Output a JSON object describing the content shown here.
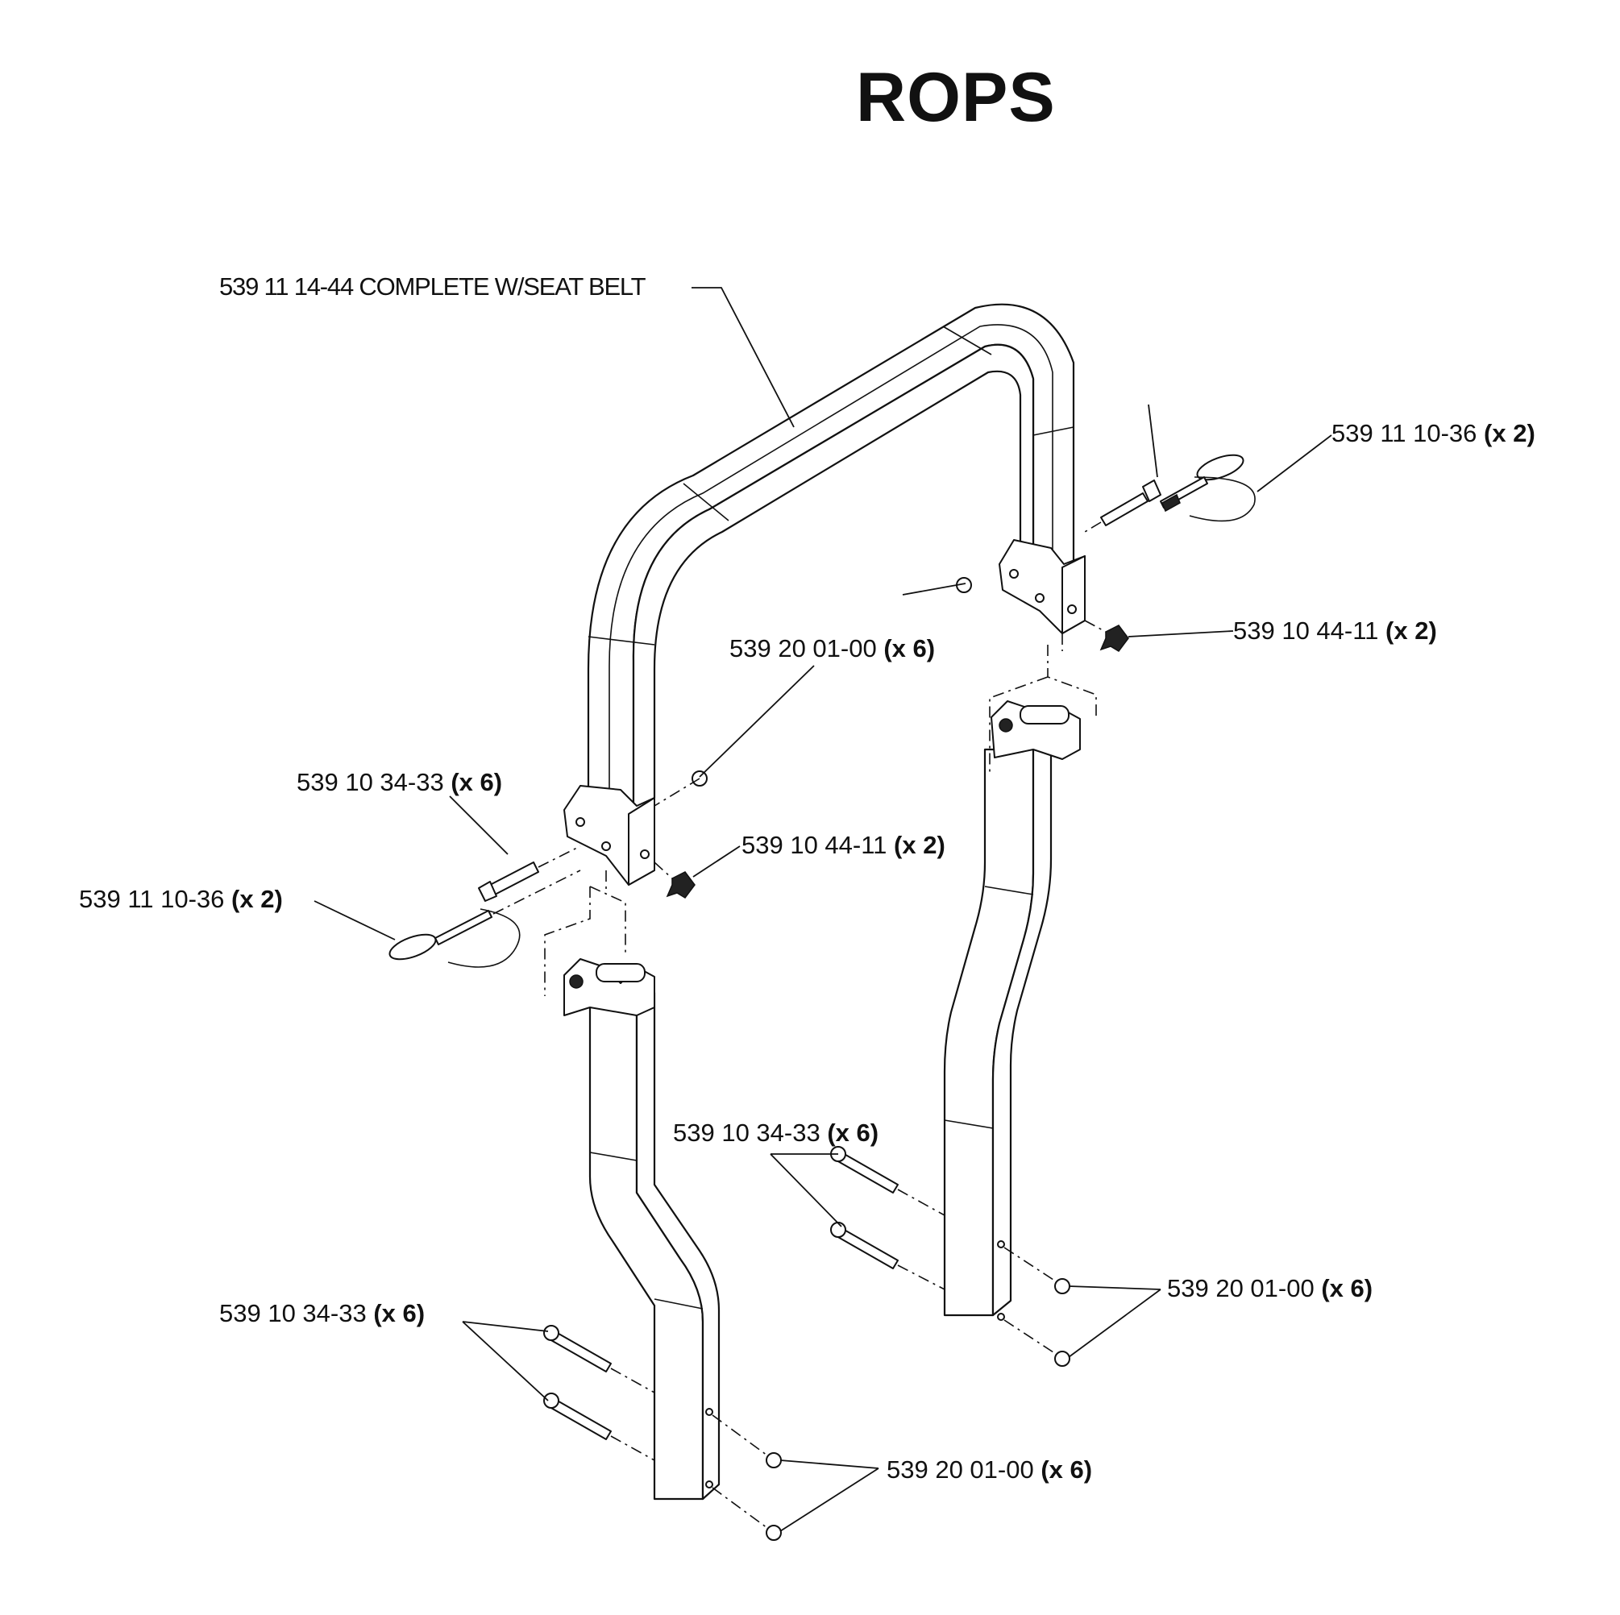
{
  "title": "ROPS",
  "callouts": {
    "rops_complete": {
      "part": "539 11 14-44 COMPLETE W/SEAT BELT",
      "qty": ""
    },
    "pin_right_top": {
      "part": "539 11 10-36",
      "qty": "(x 2)"
    },
    "knob_right_top": {
      "part": "539 10 44-11",
      "qty": "(x 2)"
    },
    "nut_upper_center": {
      "part": "539 20 01-00",
      "qty": "(x 6)"
    },
    "bolt_left_upper": {
      "part": "539 10 34-33",
      "qty": "(x 6)"
    },
    "knob_left_upper": {
      "part": "539 10 44-11",
      "qty": "(x 2)"
    },
    "pin_left": {
      "part": "539 11 10-36",
      "qty": "(x 2)"
    },
    "bolt_right_lower": {
      "part": "539 10 34-33",
      "qty": "(x 6)"
    },
    "nut_right_lower": {
      "part": "539 20 01-00",
      "qty": "(x 6)"
    },
    "bolt_left_lower": {
      "part": "539 10 34-33",
      "qty": "(x 6)"
    },
    "nut_left_lower": {
      "part": "539 20 01-00",
      "qty": "(x 6)"
    }
  }
}
